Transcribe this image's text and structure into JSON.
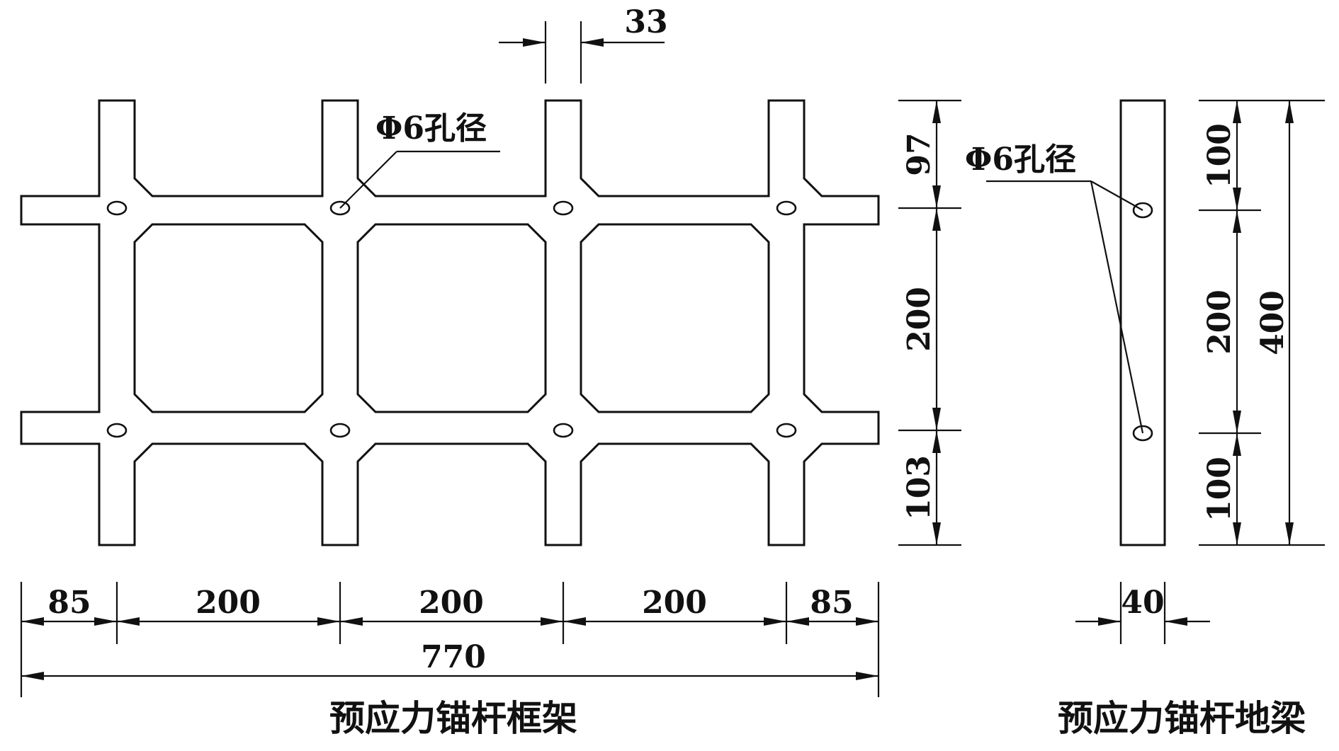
{
  "frame": {
    "title": "预应力锚杆框架",
    "hole_label": "Φ6孔径",
    "col_width_label": "33",
    "bottom_dims": [
      "85",
      "200",
      "200",
      "200",
      "85"
    ],
    "total_width_label": "770",
    "right_dims": [
      "97",
      "200",
      "103"
    ]
  },
  "beam": {
    "title": "预应力锚杆地梁",
    "hole_label": "Φ6孔径",
    "left_dims": [
      "100",
      "200",
      "100"
    ],
    "total_height_label": "400",
    "width_label": "40"
  }
}
